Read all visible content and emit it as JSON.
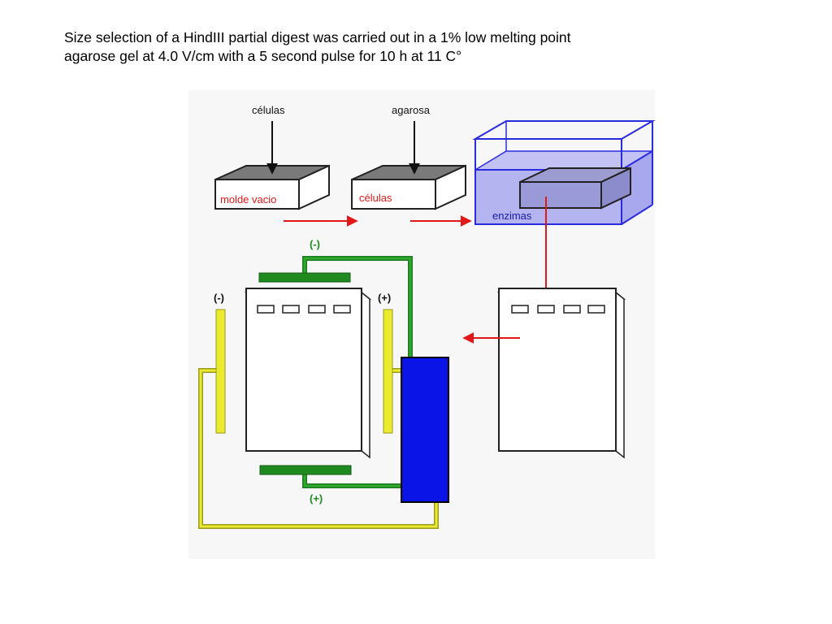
{
  "caption": {
    "line1": "Size selection of a HindIII partial digest was carried out in a 1% low melting point",
    "line2": "agarose gel at 4.0 V/cm with a 5 second pulse for 10 h at 11 C°"
  },
  "diagram": {
    "input_cells": "células",
    "input_agarose": "agarosa",
    "mold_empty": "molde vacio",
    "mold_cells": "células",
    "tank_enzymes": "enzimas",
    "green_top_polarity": "(-)",
    "green_bottom_polarity": "(+)",
    "yellow_left_polarity": "(-)",
    "yellow_right_polarity": "(+)"
  },
  "colors": {
    "flow_arrow": "#e01818",
    "green_electrode": "#1f8a1f",
    "yellow_electrode": "#e8e82a",
    "power_supply": "#0a14e6",
    "enzyme_tank": "#2a2ae0"
  }
}
